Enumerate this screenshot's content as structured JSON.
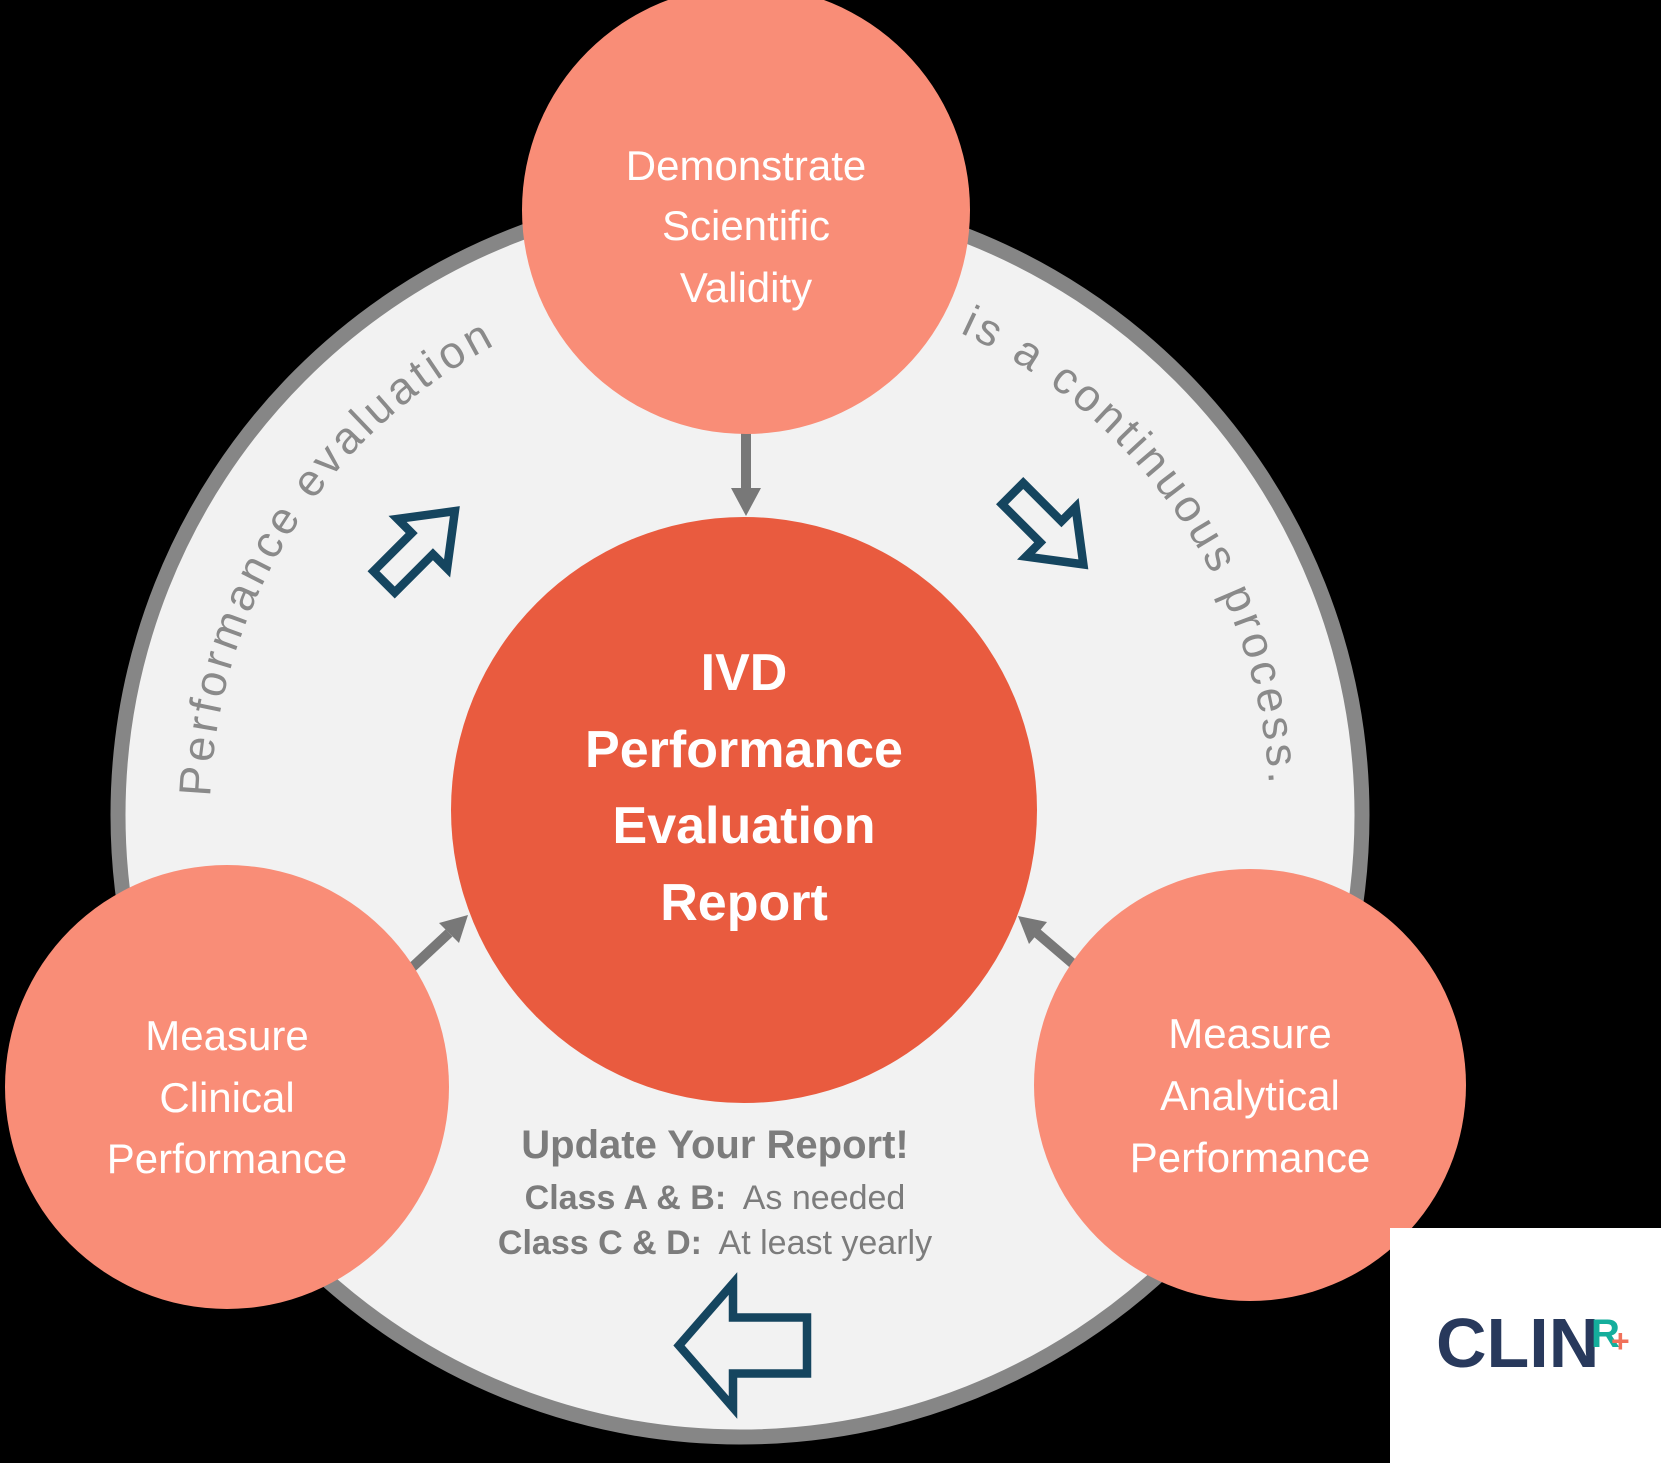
{
  "canvas": {
    "background": "#000000"
  },
  "diagram": {
    "ring": {
      "fill": "#F2F2F2",
      "border_color": "#868686"
    },
    "curved_caption": {
      "left": "Performance evaluation",
      "right": "is a continuous process.",
      "color": "#8A8A8A"
    },
    "center_circle": {
      "lines": [
        "IVD",
        "Performance",
        "Evaluation",
        "Report"
      ],
      "fill": "#E95B3F",
      "text_color": "#FFFFFF"
    },
    "top_circle": {
      "lines": [
        "Demonstrate",
        "Scientific",
        "Validity"
      ],
      "fill": "#F98D77",
      "text_color": "#FFFFFF"
    },
    "bottom_left_circle": {
      "lines": [
        "Measure",
        "Clinical",
        "Performance"
      ],
      "fill": "#F98D77",
      "text_color": "#FFFFFF"
    },
    "bottom_right_circle": {
      "lines": [
        "Measure",
        "Analytical",
        "Performance"
      ],
      "fill": "#F98D77",
      "text_color": "#FFFFFF"
    },
    "update_note": {
      "title": "Update Your Report!",
      "line1_label": "Class A & B:",
      "line1_value": "As needed",
      "line2_label": "Class C & D:",
      "line2_value": "At least yearly",
      "color": "#7C7C7C"
    },
    "arrow_colors": {
      "solid": "#787878",
      "outlined": "#15455F"
    }
  },
  "logo": {
    "wordmark": "CLIN",
    "superscript": "R",
    "plus": "+",
    "wordmark_color": "#28395C",
    "superscript_color": "#14AE9C",
    "plus_color": "#F0715A",
    "background": "#FFFFFF"
  }
}
